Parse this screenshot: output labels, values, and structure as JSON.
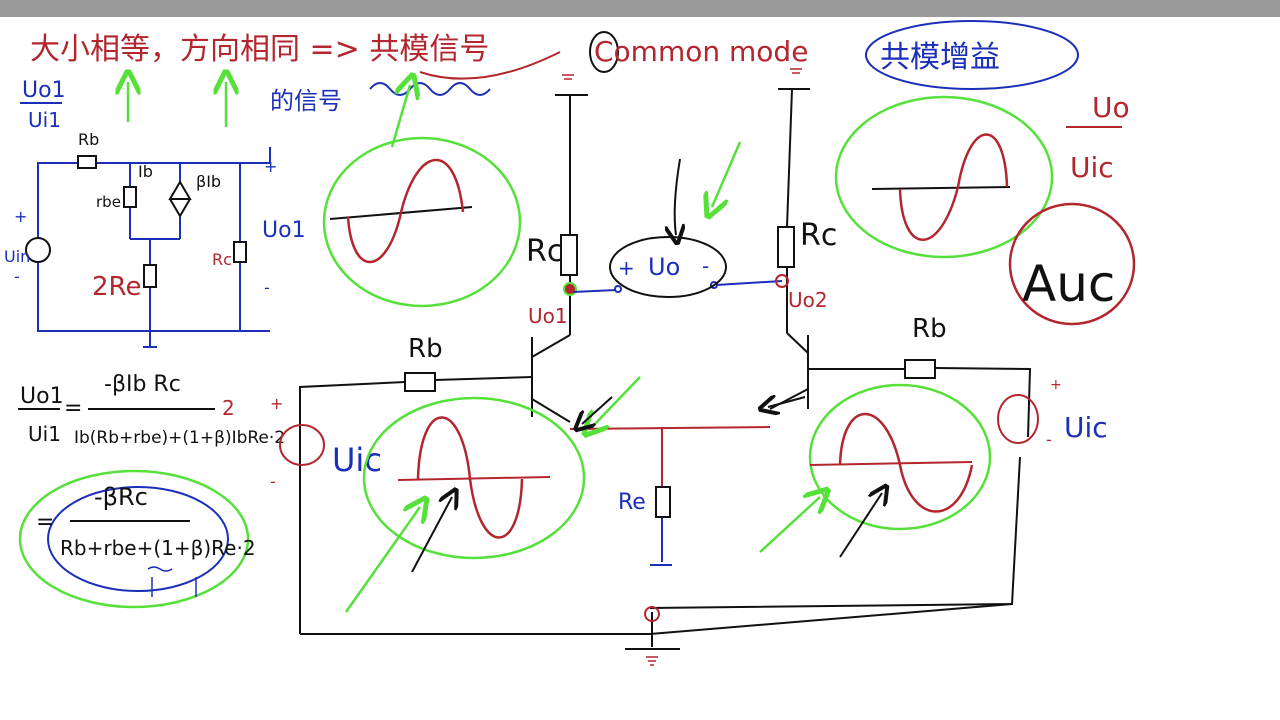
{
  "header": {
    "line1": "大小相等，方向相同 => 共模信号",
    "line1b": "的信号",
    "english": "Common mode",
    "gain_title": "共模增益"
  },
  "left_circuit": {
    "ratio_num": "Uo1",
    "ratio_den": "Ui1",
    "rb": "Rb",
    "ib": "Ib",
    "rbe": "rbe",
    "beta_ib": "βIb",
    "uin": "Uin",
    "plus": "+",
    "minus": "-",
    "two_re": "2Re",
    "rc": "Rc",
    "uo1": "Uo1"
  },
  "formula": {
    "lhs_num": "Uo1",
    "lhs_den": "Ui1",
    "eq": "=",
    "num1": "-βIb Rc",
    "den1": "Ib(Rb+rbe)+(1+β)IbRe·2",
    "num2": "-βRc",
    "den2": "Rb+rbe+(1+β)Re·2"
  },
  "main_circuit": {
    "rc_left": "Rc",
    "rc_right": "Rc",
    "uo": "Uo",
    "plus": "+",
    "minus": "-",
    "uo1": "Uo1",
    "uo2": "Uo2",
    "rb_left": "Rb",
    "rb_right": "Rb",
    "uic_left": "Uic",
    "uic_right": "Uic",
    "re": "Re"
  },
  "gain": {
    "num": "Uo",
    "den": "Uic",
    "auc": "Auc"
  },
  "colors": {
    "red": "#b3262e",
    "blue": "#1b2fb8",
    "green": "#55e03a",
    "black": "#111111"
  }
}
